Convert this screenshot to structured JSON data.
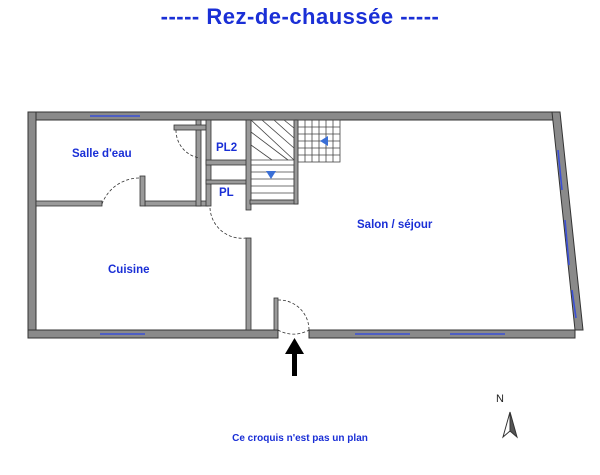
{
  "header": {
    "title": "-----  Rez-de-chaussée  -----"
  },
  "rooms": {
    "salle_deau": "Salle d'eau",
    "pl2": "PL2",
    "pl": "PL",
    "salon": "Salon / séjour",
    "cuisine": "Cuisine"
  },
  "footer": {
    "note": "Ce croquis n'est pas un plan"
  },
  "compass": {
    "label": "N"
  },
  "colors": {
    "label": "#1a2fd6",
    "wall": "#808080",
    "wall_edge": "#333333",
    "window": "#3a4fd6"
  }
}
